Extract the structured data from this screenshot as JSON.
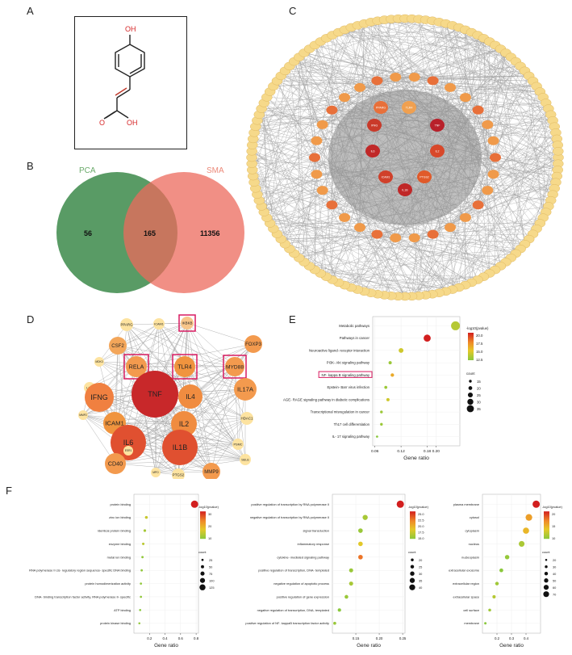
{
  "panels": {
    "a": "A",
    "b": "B",
    "c": "C",
    "d": "D",
    "e": "E",
    "f": "F"
  },
  "molecule": {
    "oh_top": "OH",
    "o_bottom": "O",
    "oh_bottom": "OH"
  },
  "venn": {
    "left_label": "PCA",
    "right_label": "SMA",
    "left_only": "56",
    "overlap": "165",
    "right_only": "11356",
    "left_color": "#3c8a4a",
    "right_color": "#ec6a5c"
  },
  "network_c": {
    "center_nodes": [
      "PPARG",
      "TLR4",
      "IFNG",
      "TNF",
      "IL6",
      "IL2",
      "ICAM1",
      "PTGS2",
      "IL1B"
    ],
    "outer_ring_count": 140,
    "inner_ring_count": 30
  },
  "network_d": {
    "nodes": [
      "PPARG",
      "IKBKB",
      "ICAM1",
      "CSF2",
      "FOXP3",
      "MDK3",
      "RELA",
      "TLR4",
      "MYD88",
      "LCK",
      "IFNG",
      "IL4",
      "IL17A",
      "MMP2",
      "TNF",
      "HDAC1",
      "ICAM1",
      "IL6",
      "IL2",
      "ESR1",
      "IL1B",
      "PSMC",
      "CD40",
      "SELE",
      "MPO",
      "PTGS2",
      "MMP9"
    ],
    "highlighted": [
      "IKBKB",
      "RELA",
      "TLR4",
      "MYD88"
    ]
  },
  "chart_e": {
    "type": "scatter",
    "xlabel": "Gene ratio",
    "xticks": [
      "0.06",
      "0.12",
      "0.18",
      "0.20"
    ],
    "legend_color_title": "-log10(pvalue)",
    "legend_color_ticks": [
      "20.0",
      "17.5",
      "15.0",
      "12.5"
    ],
    "legend_size_title": "count",
    "legend_size_ticks": [
      "15",
      "20",
      "25",
      "30",
      "35"
    ],
    "highlight": "NF- kappa B signaling pathway"
  },
  "chart_data": [
    {
      "type": "scatter",
      "xlabel": "Gene ratio",
      "categories": [
        "Metabolic pathways",
        "Pathways in cancer",
        "Neuroactive ligand- receptor interaction",
        "PI3K- Akt signaling pathway",
        "NF- kappa B signaling pathway",
        "Epstein- Barr virus infection",
        "AGE- RAGE signaling pathway in diabetic complications",
        "Transcriptional misregulation in cancer",
        "Th17 cell differentiation",
        "IL- 17 signaling pathway"
      ],
      "x": [
        0.245,
        0.18,
        0.12,
        0.095,
        0.1,
        0.085,
        0.09,
        0.075,
        0.075,
        0.065
      ],
      "count": [
        37,
        30,
        21,
        15,
        16,
        14,
        15,
        13,
        13,
        11
      ],
      "neglog10p": [
        12.5,
        22,
        14,
        11,
        17,
        11,
        14,
        11,
        11,
        10
      ]
    },
    {
      "type": "scatter",
      "xlabel": "Gene ratio",
      "xticks": [
        "0.2",
        "0.4",
        "0.6",
        "0.8"
      ],
      "legend_color_title": "-log10(pvalue)",
      "legend_color_ticks": [
        "30",
        "20",
        "10"
      ],
      "legend_size_title": "count",
      "legend_size_ticks": [
        "25",
        "50",
        "75",
        "100",
        "125"
      ],
      "categories": [
        "protein binding",
        "zinc ion binding",
        "identical protein binding",
        "enzyme binding",
        "metal ion binding",
        "RNA polymerase II cis- regulatory region sequence- specific DNA binding",
        "protein homodimerization activity",
        "DNA- binding transcription factor activity, RNA polymerase II- specific",
        "ATP binding",
        "protein kinase binding"
      ],
      "x": [
        0.78,
        0.16,
        0.14,
        0.12,
        0.11,
        0.1,
        0.09,
        0.09,
        0.08,
        0.07
      ],
      "count": [
        130,
        30,
        25,
        22,
        18,
        17,
        15,
        15,
        13,
        12
      ],
      "neglog10p": [
        35,
        14,
        9,
        12,
        6,
        6,
        6,
        6,
        5,
        6
      ]
    },
    {
      "type": "scatter",
      "xlabel": "Gene ratio",
      "xticks": [
        "0.15",
        "0.20",
        "0.25"
      ],
      "legend_color_title": "-log10(pvalue)",
      "legend_color_ticks": [
        "25.0",
        "22.5",
        "20.0",
        "17.5",
        "15.0"
      ],
      "legend_size_title": "count",
      "legend_size_ticks": [
        "20",
        "25",
        "30",
        "35",
        "40"
      ],
      "categories": [
        "positive regulation of transcription by RNA polymerase II",
        "negative regulation of transcription by RNA polymerase II",
        "signal transduction",
        "inflammatory response",
        "cytokine- mediated signaling pathway",
        "positive regulation of transcription, DNA- templated",
        "negative regulation of apoptotic process",
        "positive regulation of gene expression",
        "negative regulation of transcription, DNA- templated",
        "positive regulation of NF- kappaB transcription factor activity"
      ],
      "x": [
        0.245,
        0.17,
        0.16,
        0.16,
        0.16,
        0.14,
        0.14,
        0.13,
        0.115,
        0.105
      ],
      "count": [
        42,
        30,
        27,
        27,
        27,
        24,
        24,
        22,
        20,
        18
      ],
      "neglog10p": [
        27,
        15,
        14,
        19,
        24,
        14,
        15,
        14,
        13,
        14
      ]
    },
    {
      "type": "scatter",
      "xlabel": "Gene ratio",
      "xticks": [
        "0.2",
        "0.3",
        "0.4"
      ],
      "legend_color_title": "-log10(pvalue)",
      "legend_color_ticks": [
        "20",
        "15",
        "10"
      ],
      "legend_size_title": "count",
      "legend_size_ticks": [
        "20",
        "30",
        "40",
        "50",
        "60",
        "70"
      ],
      "categories": [
        "plasma membrane",
        "cytosol",
        "cytoplasm",
        "nucleus",
        "nucleoplasm",
        "extracellular exosome",
        "extracellular region",
        "extracellular space",
        "cell surface",
        "membrane"
      ],
      "x": [
        0.47,
        0.42,
        0.4,
        0.37,
        0.27,
        0.23,
        0.2,
        0.18,
        0.15,
        0.12
      ],
      "count": [
        75,
        68,
        63,
        58,
        43,
        36,
        33,
        30,
        25,
        20
      ],
      "neglog10p": [
        25,
        18,
        16,
        9,
        7,
        6,
        8,
        10,
        8,
        6
      ]
    }
  ]
}
